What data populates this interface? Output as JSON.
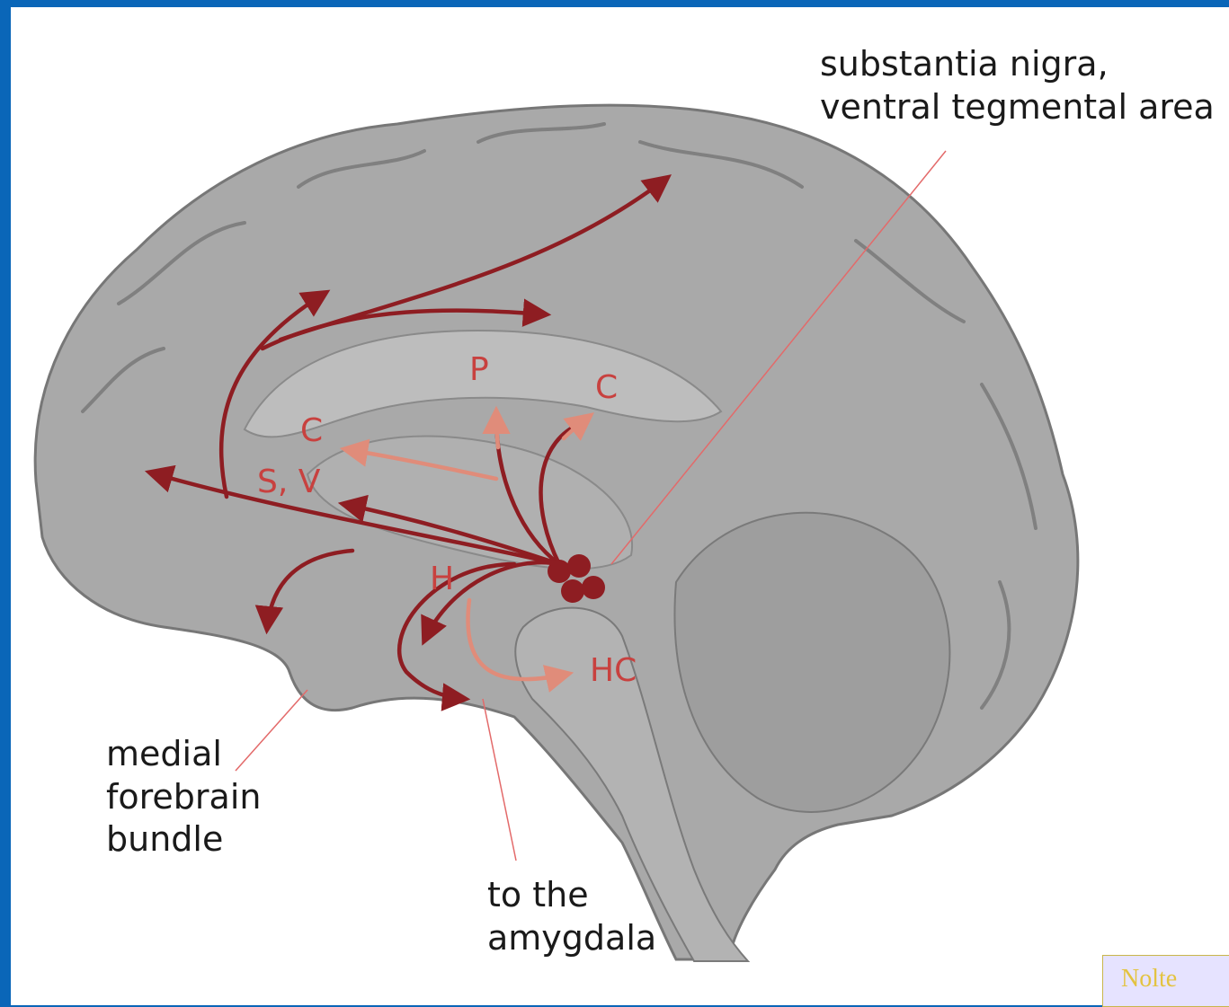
{
  "labels": {
    "substantia_nigra": [
      "substantia nigra,",
      "ventral tegmental area"
    ],
    "medial_forebrain_bundle": [
      "medial",
      "forebrain",
      "bundle"
    ],
    "to_amygdala": [
      "to the",
      "amygdala"
    ]
  },
  "region_tags": {
    "p": "P",
    "c_upper": "C",
    "c_left": "C",
    "s_v": "S, V",
    "h": "H",
    "hc": "HC"
  },
  "citation": "Nolte",
  "colors": {
    "slide_background": "#0a66b8",
    "pathway_dark": "#8e1d22",
    "pathway_light": "#e08c7a",
    "brain_tissue": "#a9a9a9"
  }
}
